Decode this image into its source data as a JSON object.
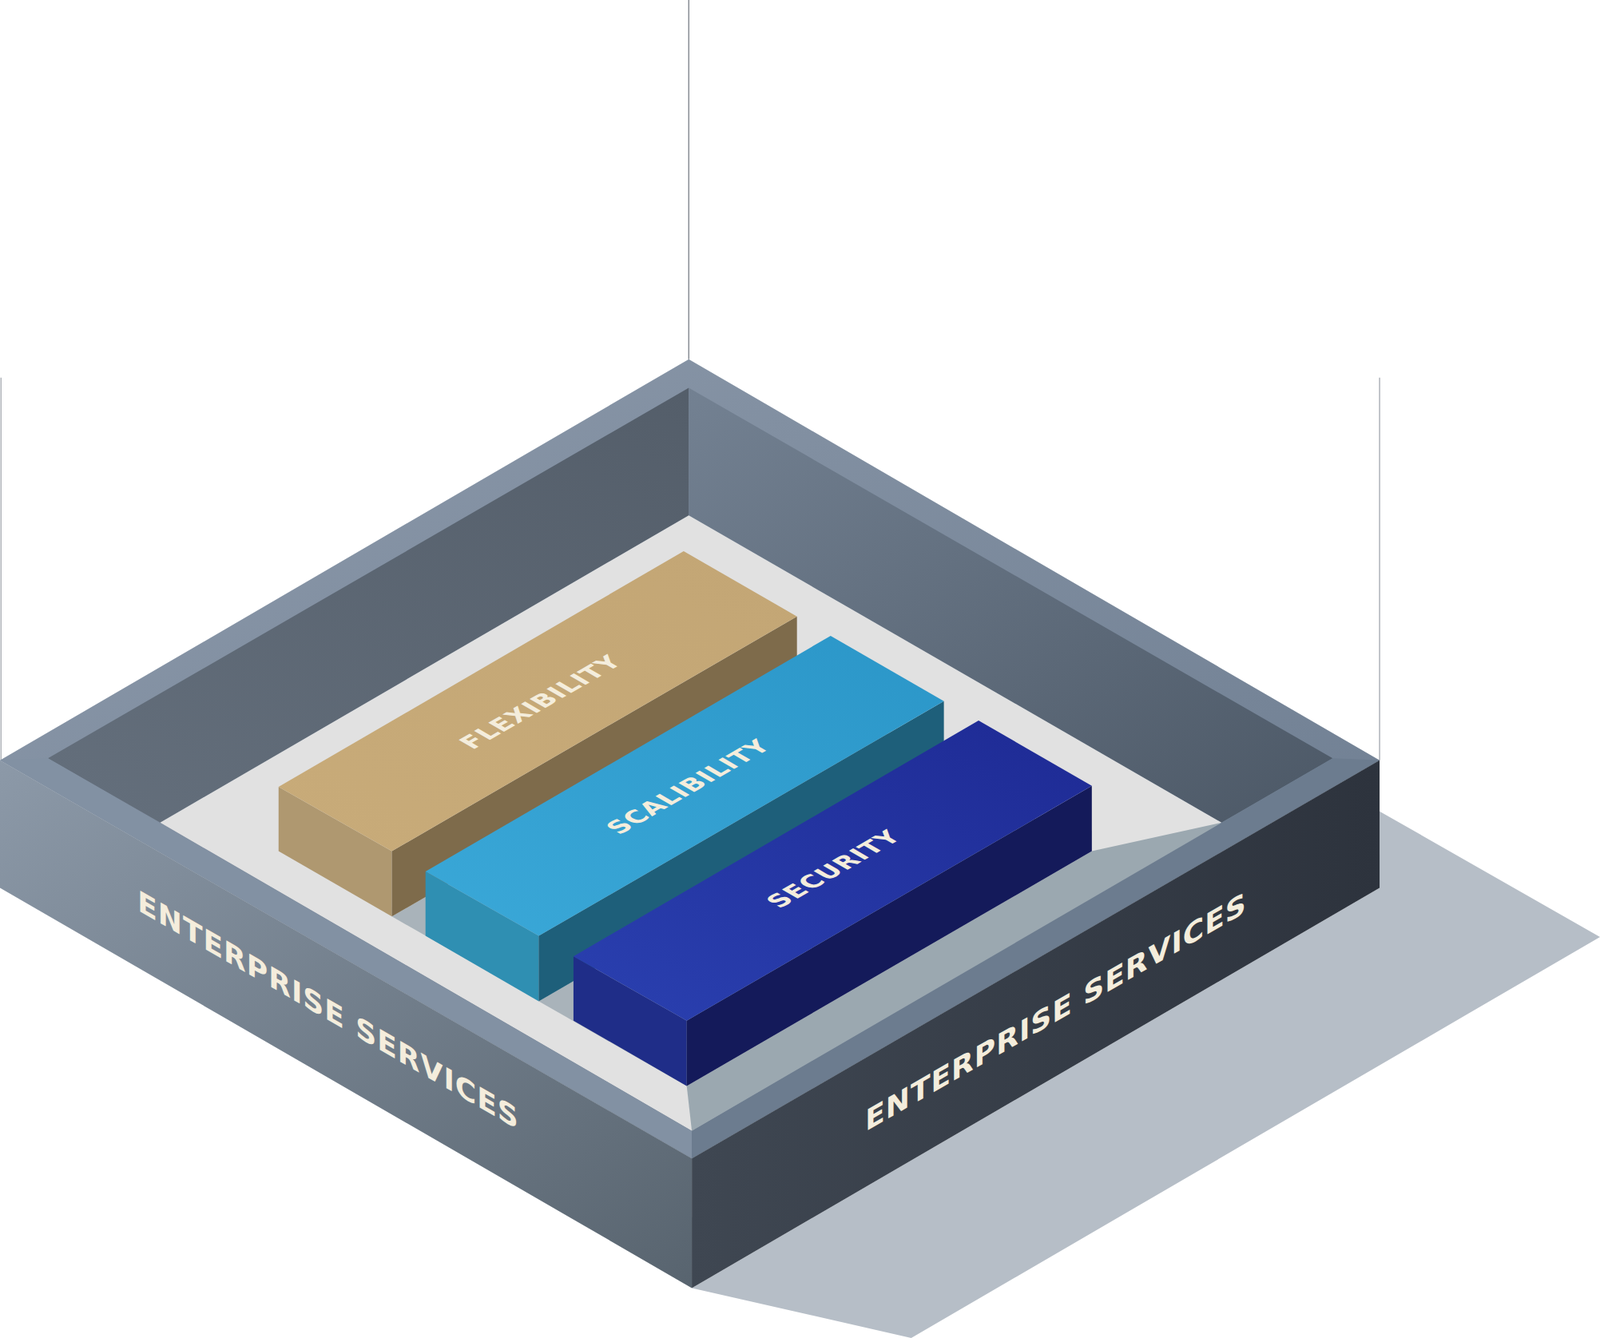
{
  "diagram": {
    "nodes": [
      {
        "text": [
          "ENTERPRISE SERVICES",
          "ENTERPRISE SERVICES"
        ]
      },
      {
        "text": [
          "FLEXIBILITY"
        ],
        "in": 0
      },
      {
        "text": [
          "SCALIBILITY"
        ],
        "in": 0
      },
      {
        "text": [
          "SECURITY"
        ],
        "in": 0
      }
    ]
  }
}
